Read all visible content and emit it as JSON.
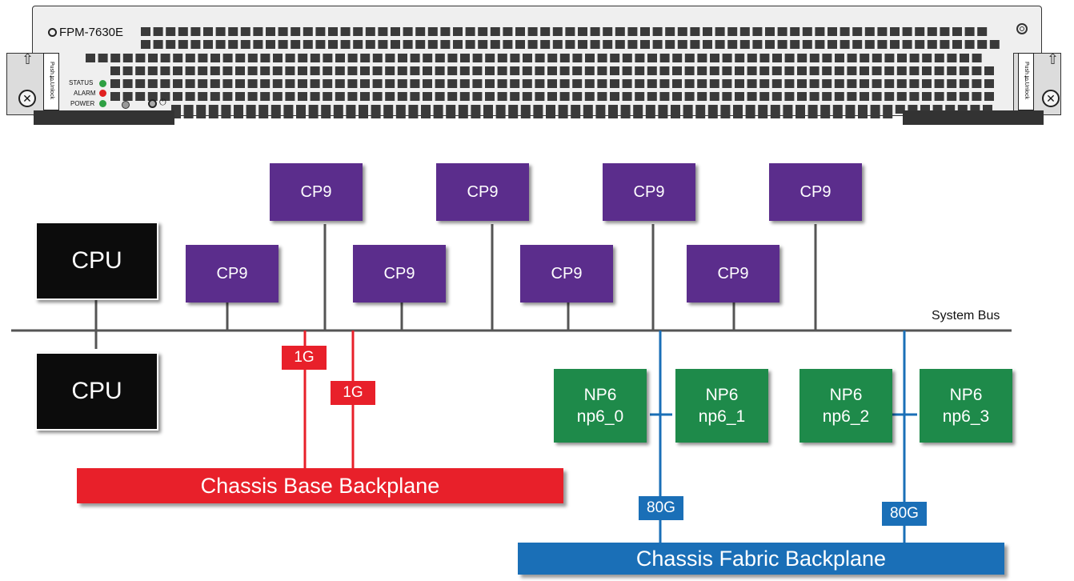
{
  "faceplate": {
    "model": "FPM-7630E",
    "latch_text": "Push to Unlock",
    "status_label": "STATUS",
    "alarm_label": "ALARM",
    "power_label": "POWER",
    "status_color": "#2ea043",
    "alarm_color": "#e02020",
    "power_color": "#2ea043"
  },
  "diagram": {
    "cpu_boxes": [
      "CPU",
      "CPU"
    ],
    "cp9_boxes": [
      "CP9",
      "CP9",
      "CP9",
      "CP9",
      "CP9",
      "CP9",
      "CP9",
      "CP9"
    ],
    "system_bus_label": "System Bus",
    "link_1g": [
      "1G",
      "1G"
    ],
    "np6_boxes": [
      {
        "title": "NP6",
        "id": "np6_0"
      },
      {
        "title": "NP6",
        "id": "np6_1"
      },
      {
        "title": "NP6",
        "id": "np6_2"
      },
      {
        "title": "NP6",
        "id": "np6_3"
      }
    ],
    "link_80g": [
      "80G",
      "80G"
    ],
    "base_backplane": "Chassis Base Backplane",
    "fabric_backplane": "Chassis Fabric Backplane",
    "colors": {
      "cp9": "#5b2d8c",
      "cpu": "#0c0c0c",
      "np6": "#1e8a4a",
      "base": "#e8202a",
      "fabric": "#1a6fb7",
      "bus": "#555555"
    }
  }
}
